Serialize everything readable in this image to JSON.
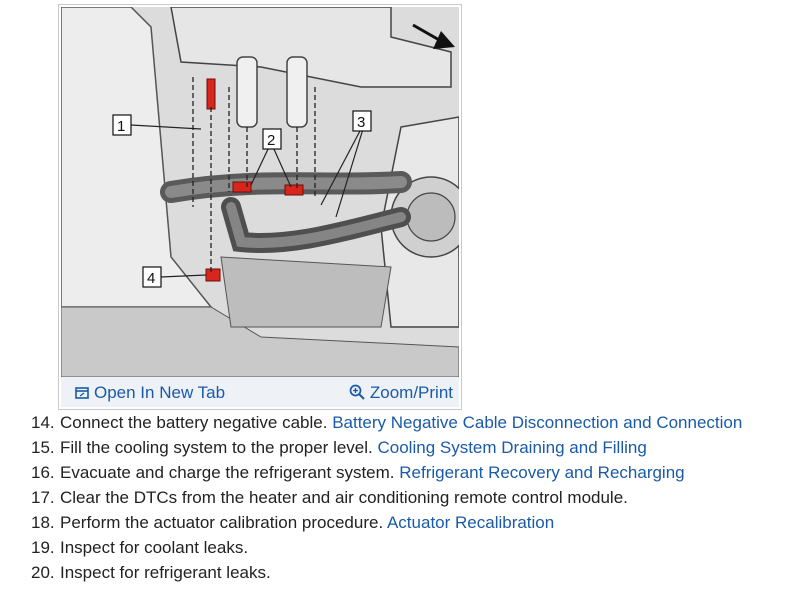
{
  "figure": {
    "callouts": [
      "1",
      "2",
      "3",
      "4"
    ],
    "toolbar": {
      "open_label": "Open In New Tab",
      "open_icon": "open-new-tab-icon",
      "zoom_label": "Zoom/Print",
      "zoom_icon": "zoom-in-icon"
    }
  },
  "steps": [
    {
      "number": "14.",
      "text": "Connect the battery negative cable.",
      "link": "Battery Negative Cable Disconnection and Connection"
    },
    {
      "number": "15.",
      "text": "Fill the cooling system to the proper level.",
      "link": "Cooling System Draining and Filling"
    },
    {
      "number": "16.",
      "text": "Evacuate and charge the refrigerant system.",
      "link": "Refrigerant Recovery and Recharging"
    },
    {
      "number": "17.",
      "text": "Clear the DTCs from the heater and air conditioning remote control module.",
      "link": ""
    },
    {
      "number": "18.",
      "text": "Perform the actuator calibration procedure.",
      "link": "Actuator Recalibration"
    },
    {
      "number": "19.",
      "text": "Inspect for coolant leaks.",
      "link": ""
    },
    {
      "number": "20.",
      "text": "Inspect for refrigerant leaks.",
      "link": ""
    }
  ],
  "colors": {
    "link": "#1a5aa8",
    "highlight": "#d9261c",
    "toolbar_bg": "#eef1f6"
  }
}
